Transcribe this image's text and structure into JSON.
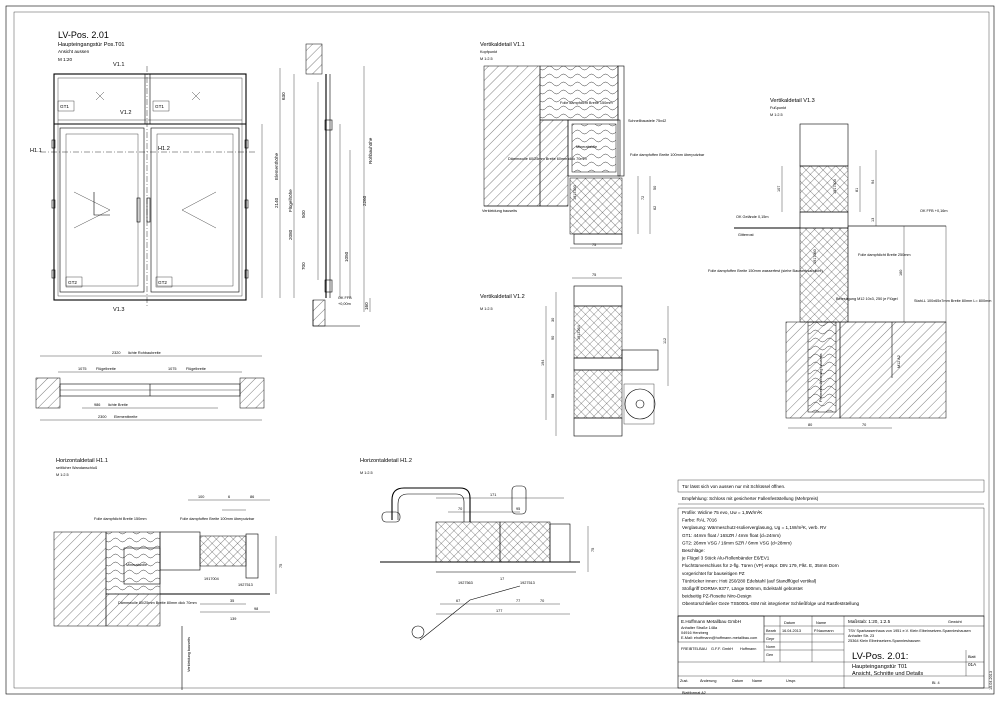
{
  "views": {
    "elevation": {
      "heading": "LV-Pos. 2.01",
      "subtitle": "Haupteingangstür Pos.T01",
      "caption": "Ansicht aussen",
      "scale": "M 1:20",
      "labels": [
        "V1.1",
        "V1.2",
        "V1.3",
        "H1.1",
        "H1.2",
        "GT1",
        "GT1",
        "GT2",
        "GT2"
      ],
      "dims_vertical": [
        "630",
        "2140",
        "Elementhöhe",
        "2080",
        "Flügelhöhe",
        "2260",
        "Rohbauhöhe",
        "500",
        "700",
        "1050",
        "160"
      ],
      "okffb": [
        "OK FFB",
        "+0,00m"
      ]
    },
    "plan": {
      "dims": [
        "2320",
        "lichte Rohbaubreite",
        "1075",
        "Flügelbreite",
        "1075",
        "Flügelbreite",
        "986",
        "lichte Breite",
        "2300",
        "Elementbreite"
      ]
    },
    "v11": {
      "heading": "Vertikaldetail V1.1",
      "sub": "Kopfpunkt",
      "scale": "M 1:2.5",
      "notes": [
        "Folie dampfdicht Breite 150mm",
        "Schnellbaustele 75x42",
        "Mineralwolle",
        "Folie dampfoffen Breite 100mm überputzbar",
        "Dämmwolle 60/25mm Breite 60mm dick 70mm",
        "Verkleidung bauseits"
      ],
      "dims": [
        "75",
        "72",
        "62",
        "50",
        "1917350"
      ]
    },
    "v12": {
      "heading": "Vertikaldetail V1.2",
      "scale": "M 1:2.5",
      "dims": [
        "75",
        "30",
        "90",
        "194",
        "98",
        "112",
        "1917264"
      ]
    },
    "v13": {
      "heading": "Vertikaldetail V1.3",
      "sub": "Fußpunkt",
      "scale": "M 1:2.5",
      "notes": [
        "OK Gelände 0,15m",
        "OK FFB +0,16m",
        "Gitterrost",
        "Folie dampfdicht Breite 250mm",
        "Folie dampfoffen Breite 150mm wasserfest (siehe Bauwerksabdicht)",
        "Stahl-L 100x65x7mm Breite 80mm L= 800mm",
        "Perimeterdämmung bauseits",
        "1917060",
        "1917503",
        "Befestigung M12 10x3, 250 je Flügel",
        "M12 A2"
      ],
      "dims": [
        "107",
        "81",
        "94",
        "13",
        "160",
        "80",
        "70"
      ]
    },
    "h11": {
      "heading": "Horizontaldetail H1.1",
      "sub": "seitlicher Wandanschluß",
      "scale": "M 1:2.5",
      "notes": [
        "Folie dampfdicht Breite 150mm",
        "Folie dampfoffen Breite 100mm überputzbar",
        "Mineralwolle",
        "Dämmwolle 80/25mm Breite 80mm dick 70mm",
        "Verkleidung bauseits",
        "1917004",
        "1927513"
      ],
      "dims": [
        "100",
        "6",
        "86",
        "75",
        "35",
        "98",
        "139"
      ]
    },
    "h12": {
      "heading": "Horizontaldetail H1.2",
      "scale": "M 1:2.5",
      "dims": [
        "171",
        "70",
        "95",
        "17",
        "67",
        "77",
        "70",
        "177",
        "75",
        "1927563",
        "1927513"
      ]
    },
    "remarks": {
      "line1": "Tür lässt sich von aussen nur mit Schlüssel öffnen.",
      "line2": "Empfehlung: Schloss mit gesicherter Fallenfeststellung (Mehrpreis)"
    },
    "specs": [
      "Profile: Wicline 75 evo, Uw = 1,5W/m²K",
      "Farbe: RAL 7016",
      "Verglasung: Wärmeschutz-Isolierverglasung, Ug = 1,1W/m²K, verb. RV",
      "GT1: 44mm float / 16SZR / 4mm float (d=24mm)",
      "GT2: 26mm VSG / 16mm SZR / 6mm VSG (d=28mm)",
      "Beschläge:",
      "je Flügel 3 Stück Alu-Rollenbänder E6/EV1",
      "Fluchttürverschluss für 2-flg. Türen (VP) entspr. DIN 179, Flkt. E, 35mm Dorn",
      "vorgerichtet für bauseitigen PZ",
      "Türdrücker innen: Hoti 250/280 Edelstahl (auf Standflügel vertikal)",
      "Stoßgriff DORMA 9377, Länge 500mm, Edelstahl gebürstet",
      "beidseitig PZ-Rosette Niro-Design",
      "Obentürschließer Geze TS5000L-ISM mit integrierter Schließfolge und Rastfeststellung"
    ],
    "company": {
      "name": "E.Hoffmann Metallbau GmbH",
      "street": "Anhalter Straße 148a",
      "city": "04916 Herzberg",
      "email": "E-Mail: ehoffmann@hoffmann-metallbau.com"
    },
    "titleblock": {
      "rows": [
        [
          "Bearb",
          "16.04.2013",
          "P.Naumann"
        ],
        [
          "Gepr",
          "",
          ""
        ],
        [
          "Norm",
          "",
          ""
        ],
        [
          "Gen",
          "",
          ""
        ]
      ],
      "header": [
        "Datum",
        "Name"
      ],
      "right_header": "Maßstab: 1:20, 1:2.5",
      "right_sub": "Gewicht",
      "project": [
        "TSV Sparkassenhaus von 1951 e.V. Klein Elbeinsetzen-Spannleshausen",
        "Anhalter Str. 23",
        "25364 Klein Elbeinsetzen-Spannleshausen"
      ],
      "title_main": "LV-Pos. 2.01:",
      "title_sub1": "Haupteingangstür T01",
      "title_sub2": "Ansicht, Schnitte und Details",
      "blatt_label": "Blatt",
      "blatt_val": "01A",
      "blatt2": "Bl. 4",
      "zust": [
        "Zust.",
        "Änderung",
        "Datum",
        "Name",
        "Urspr."
      ],
      "sheet_format": "Blattformat A2",
      "vertical_date": "15.04.2013"
    },
    "logos": [
      "FREIBTELBAU",
      "G.F.F. GmbH",
      "Hoffmann"
    ]
  }
}
